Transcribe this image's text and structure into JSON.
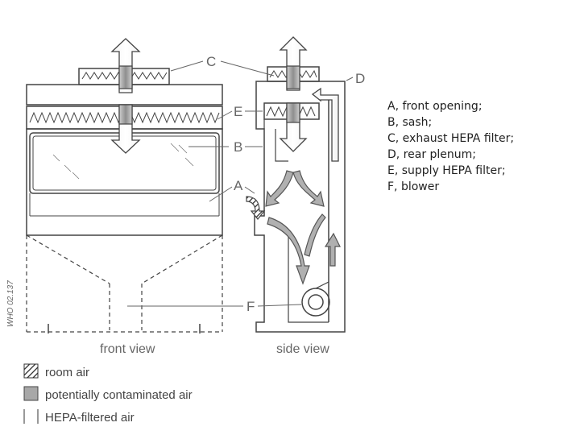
{
  "labels": {
    "a": "A",
    "b": "B",
    "c": "C",
    "d": "D",
    "e": "E",
    "f": "F"
  },
  "views": {
    "front": "front view",
    "side": "side view"
  },
  "figure_code": "WHO 02.137",
  "legend": [
    {
      "label": "room air",
      "swatch": "hatched"
    },
    {
      "label": "potentially contaminated air",
      "swatch": "grey"
    },
    {
      "label": "HEPA-filtered air",
      "swatch": "white"
    }
  ],
  "caption": [
    "A, front opening;",
    "B, sash;",
    "C, exhaust HEPA filter;",
    "D, rear plenum;",
    "E, supply HEPA filter;",
    "F, blower"
  ],
  "colors": {
    "line": "#444444",
    "contaminated": "#a8a8a8",
    "label": "#666666"
  }
}
